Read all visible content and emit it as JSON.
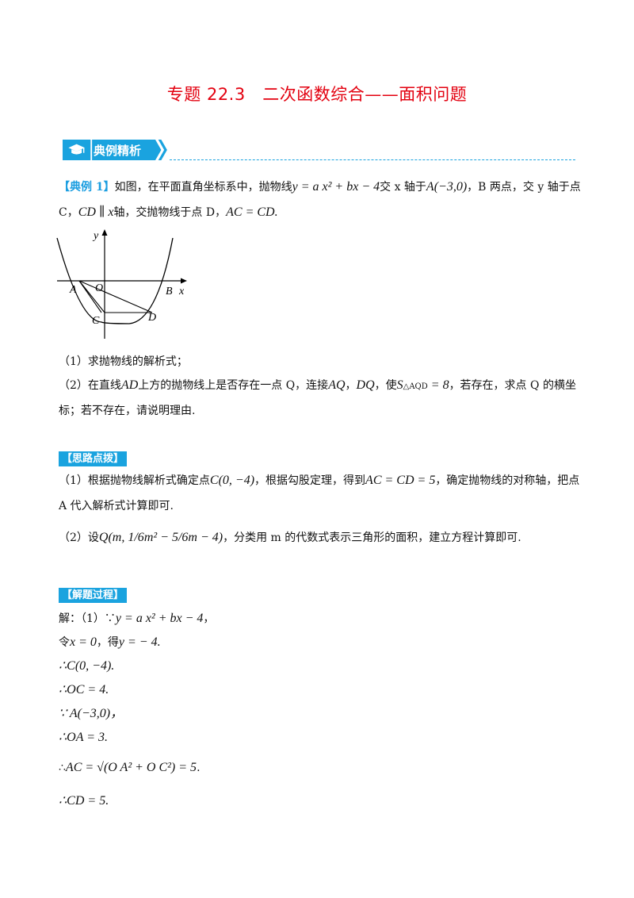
{
  "title": "专题 22.3　二次函数综合——面积问题",
  "section_label": "典例精析",
  "example": {
    "tag": "【典例 1】",
    "line1_a": "如图，在平面直角坐标系中，抛物线",
    "eq1": "y = a x² + bx − 4",
    "line1_b": "交 x 轴于",
    "pointA": "A(−3,0)",
    "line1_c": "，B 两点，交 y 轴于点",
    "line2_a": "C，",
    "cd_parallel": "CD ∥ x",
    "line2_b": "轴，交抛物线于点 D，",
    "ac_cd": "AC = CD.",
    "q1": "（1）求抛物线的解析式；",
    "q2_a": "（2）在直线",
    "ad": "AD",
    "q2_b": "上方的抛物线上是否存在一点 Q，连接",
    "aq": "AQ",
    "comma": "，",
    "dq": "DQ",
    "q2_c": "，使",
    "s_area": "S",
    "s_sub": "△AQD",
    "s_val": " = 8",
    "q2_d": "，若存在，求点 Q 的横坐",
    "q2_e": "标；若不存在，请说明理由."
  },
  "graph_labels": {
    "y": "y",
    "x": "x",
    "A": "A",
    "O": "O",
    "B": "B",
    "C": "C",
    "D": "D"
  },
  "hint": {
    "tag": "【思路点拨】",
    "p1_a": "（1）根据抛物线解析式确定点",
    "p1_c": "C(0, −4)",
    "p1_b": "，根据勾股定理，得到",
    "p1_eq": "AC = CD = 5",
    "p1_d": "，确定抛物线的对称轴，把点",
    "p1_e": "A 代入解析式计算即可.",
    "p2_a": "（2）设",
    "p2_q": "Q(m, ",
    "p2_frac1": "1/6",
    "p2_m2": "m² − ",
    "p2_frac2": "5/6",
    "p2_rest": "m − 4)",
    "p2_b": "，分类用 m 的代数式表示三角形的面积，建立方程计算即可."
  },
  "solution": {
    "tag": "【解题过程】",
    "l1_a": "解：（1）∵",
    "l1_eq": "y = a x² + bx − 4",
    "l1_end": "，",
    "l2_a": "令",
    "l2_x": "x = 0",
    "l2_b": "，得",
    "l2_y": "y = − 4.",
    "l3": "∴C(0, −4).",
    "l4": "∴OC = 4.",
    "l5": "∵ A(−3,0)，",
    "l6": "∴OA = 3.",
    "l7_a": "∴",
    "l7_eq": "AC = √(O A² + O C²) = 5",
    "l7_end": ".",
    "l8": "∴CD = 5."
  },
  "colors": {
    "title_red": "#e3000f",
    "accent_blue": "#1aa3df"
  }
}
